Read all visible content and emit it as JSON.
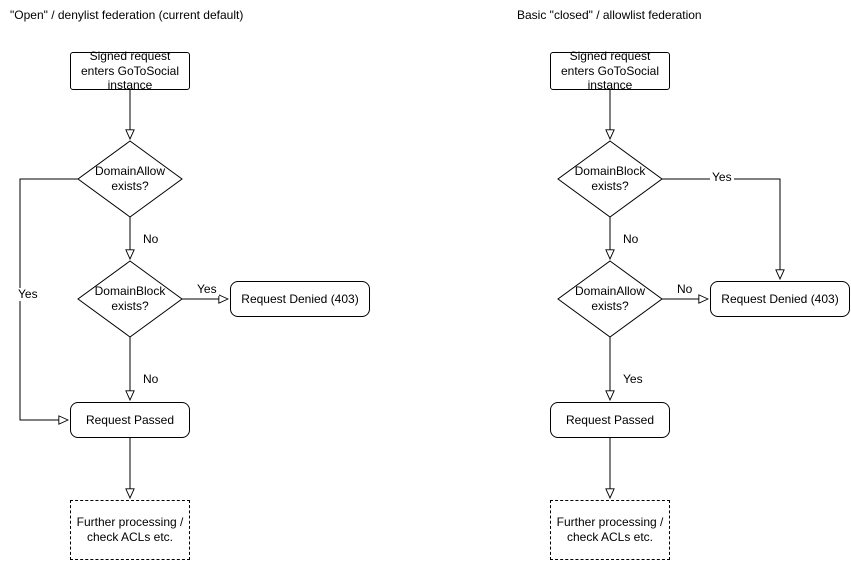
{
  "left": {
    "title": "\"Open\" / denylist federation (current default)",
    "nodes": {
      "start": "Signed request enters GoToSocial instance",
      "decision_allow": "DomainAllow exists?",
      "decision_block": "DomainBlock exists?",
      "denied": "Request Denied (403)",
      "passed": "Request Passed",
      "further": "Further processing / check ACLs etc."
    },
    "edges": {
      "allow_no": "No",
      "allow_yes": "Yes",
      "block_yes": "Yes",
      "block_no": "No"
    }
  },
  "right": {
    "title": "Basic \"closed\" / allowlist federation",
    "nodes": {
      "start": "Signed request enters GoToSocial instance",
      "decision_block": "DomainBlock exists?",
      "decision_allow": "DomainAllow exists?",
      "denied": "Request Denied (403)",
      "passed": "Request Passed",
      "further": "Further processing / check ACLs etc."
    },
    "edges": {
      "block_no": "No",
      "block_yes": "Yes",
      "allow_no": "No",
      "allow_yes": "Yes"
    }
  },
  "colors": {
    "stroke": "#000000",
    "fill": "#ffffff",
    "background": "#ffffff"
  }
}
